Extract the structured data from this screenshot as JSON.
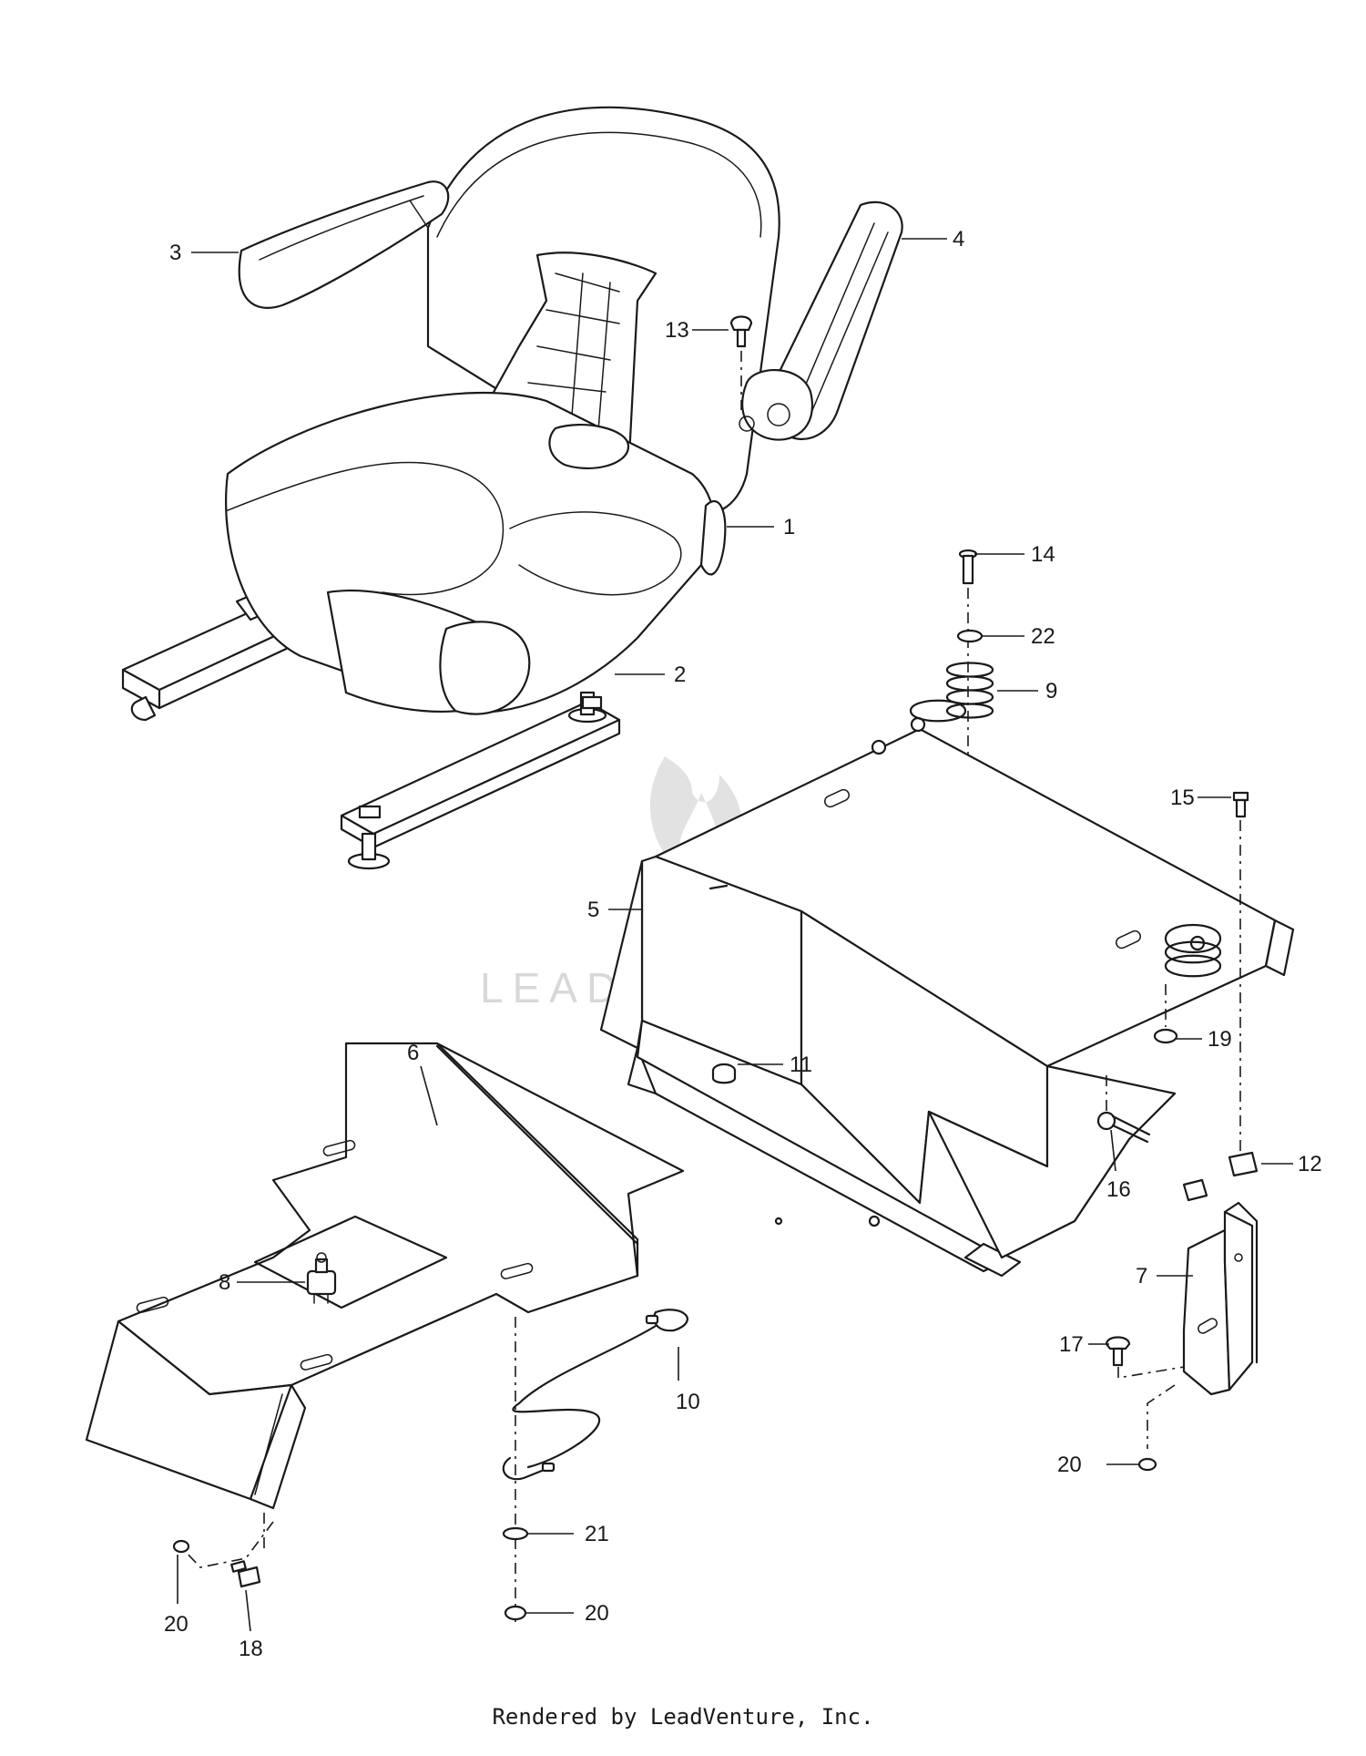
{
  "watermark": {
    "text": "LEADVENTURE"
  },
  "footer": {
    "text": "Rendered by LeadVenture, Inc."
  },
  "callouts": [
    {
      "id": "1",
      "label": "1"
    },
    {
      "id": "2",
      "label": "2"
    },
    {
      "id": "3",
      "label": "3"
    },
    {
      "id": "4",
      "label": "4"
    },
    {
      "id": "5",
      "label": "5"
    },
    {
      "id": "6",
      "label": "6"
    },
    {
      "id": "7",
      "label": "7"
    },
    {
      "id": "8",
      "label": "8"
    },
    {
      "id": "9",
      "label": "9"
    },
    {
      "id": "10",
      "label": "10"
    },
    {
      "id": "11",
      "label": "11"
    },
    {
      "id": "12",
      "label": "12"
    },
    {
      "id": "13",
      "label": "13"
    },
    {
      "id": "14",
      "label": "14"
    },
    {
      "id": "15",
      "label": "15"
    },
    {
      "id": "16",
      "label": "16"
    },
    {
      "id": "17",
      "label": "17"
    },
    {
      "id": "18",
      "label": "18"
    },
    {
      "id": "19",
      "label": "19"
    },
    {
      "id": "20a",
      "label": "20"
    },
    {
      "id": "20b",
      "label": "20"
    },
    {
      "id": "20c",
      "label": "20"
    },
    {
      "id": "21",
      "label": "21"
    },
    {
      "id": "22",
      "label": "22"
    }
  ]
}
